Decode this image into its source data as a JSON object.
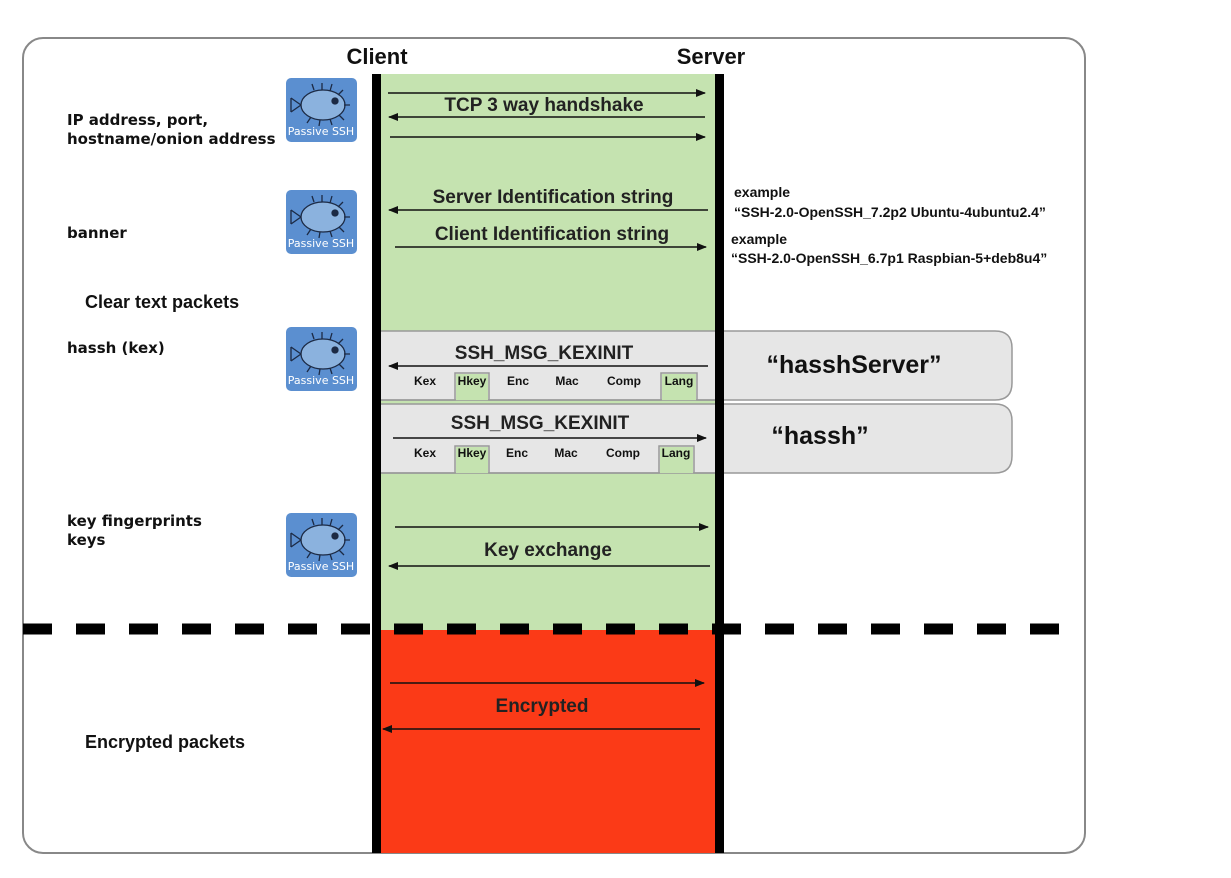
{
  "columns": {
    "client": "Client",
    "server": "Server"
  },
  "messages": {
    "tcp": "TCP 3 way handshake",
    "server_id": "Server Identification string",
    "client_id": "Client Identification string",
    "kexinit_server": "SSH_MSG_KEXINIT",
    "kexinit_client": "SSH_MSG_KEXINIT",
    "key_exchange": "Key exchange",
    "encrypted": "Encrypted"
  },
  "algorithms": [
    "Kex",
    "Hkey",
    "Enc",
    "Mac",
    "Comp",
    "Lang"
  ],
  "fingerprints": {
    "server": "“hasshServer”",
    "client": "“hassh”"
  },
  "examples": {
    "server_label": "example",
    "server_value": "“SSH-2.0-OpenSSH_7.2p2 Ubuntu-4ubuntu2.4”",
    "client_label": "example",
    "client_value": "“SSH-2.0-OpenSSH_6.7p1 Raspbian-5+deb8u4”"
  },
  "left_labels": {
    "ip_line1": "IP address, port,",
    "ip_line2": "hostname/onion address",
    "banner": "banner",
    "clear_text": "Clear text packets",
    "hassh": "hassh (kex)",
    "keys_line1": "key fingerprints",
    "keys_line2": "keys",
    "encrypted_packets": "Encrypted packets"
  },
  "badge": {
    "text": "Passive SSH",
    "icon": "pufferfish-icon"
  },
  "colors": {
    "clear_zone": "#c5e3b0",
    "encrypted_zone": "#fb3a17",
    "badge": "#5b8fd0",
    "hassh_box": "#e6e6e6"
  }
}
